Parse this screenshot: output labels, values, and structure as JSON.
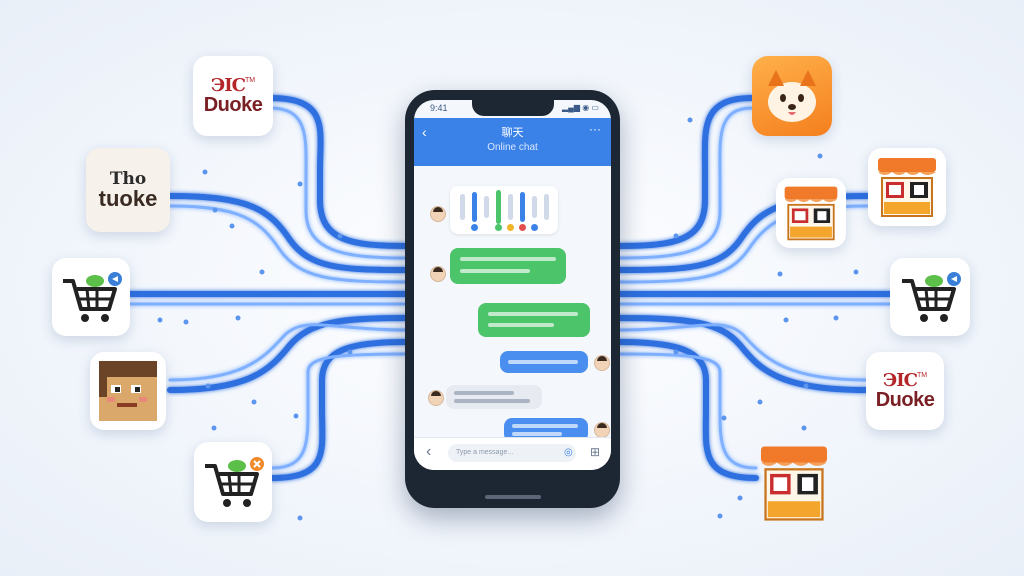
{
  "colors": {
    "line": "#2f6fe0",
    "line_light": "#7fb0ff",
    "header": "#3b82e8",
    "green": "#4cc46a",
    "blue": "#4a8ff0"
  },
  "tiles": {
    "duoke_top": {
      "mark": "ЭIC",
      "sub": "TM",
      "name": "Duoke"
    },
    "tho_duoke": {
      "mark": "Tho",
      "name": "tuoke"
    },
    "duoke_right": {
      "mark": "ЭIC",
      "sub": "TM",
      "name": "Duoke"
    }
  },
  "phone": {
    "status_time": "9:41",
    "status_icons": "▂▄▆ ◉ ▭",
    "back_icon": "‹",
    "chat_title": "聊天",
    "chat_subtitle": "Online chat",
    "more_icon": "···",
    "input_placeholder": "Type a message...",
    "input_back": "‹",
    "mic_icon": "◎",
    "attach_icon": "⊞"
  }
}
